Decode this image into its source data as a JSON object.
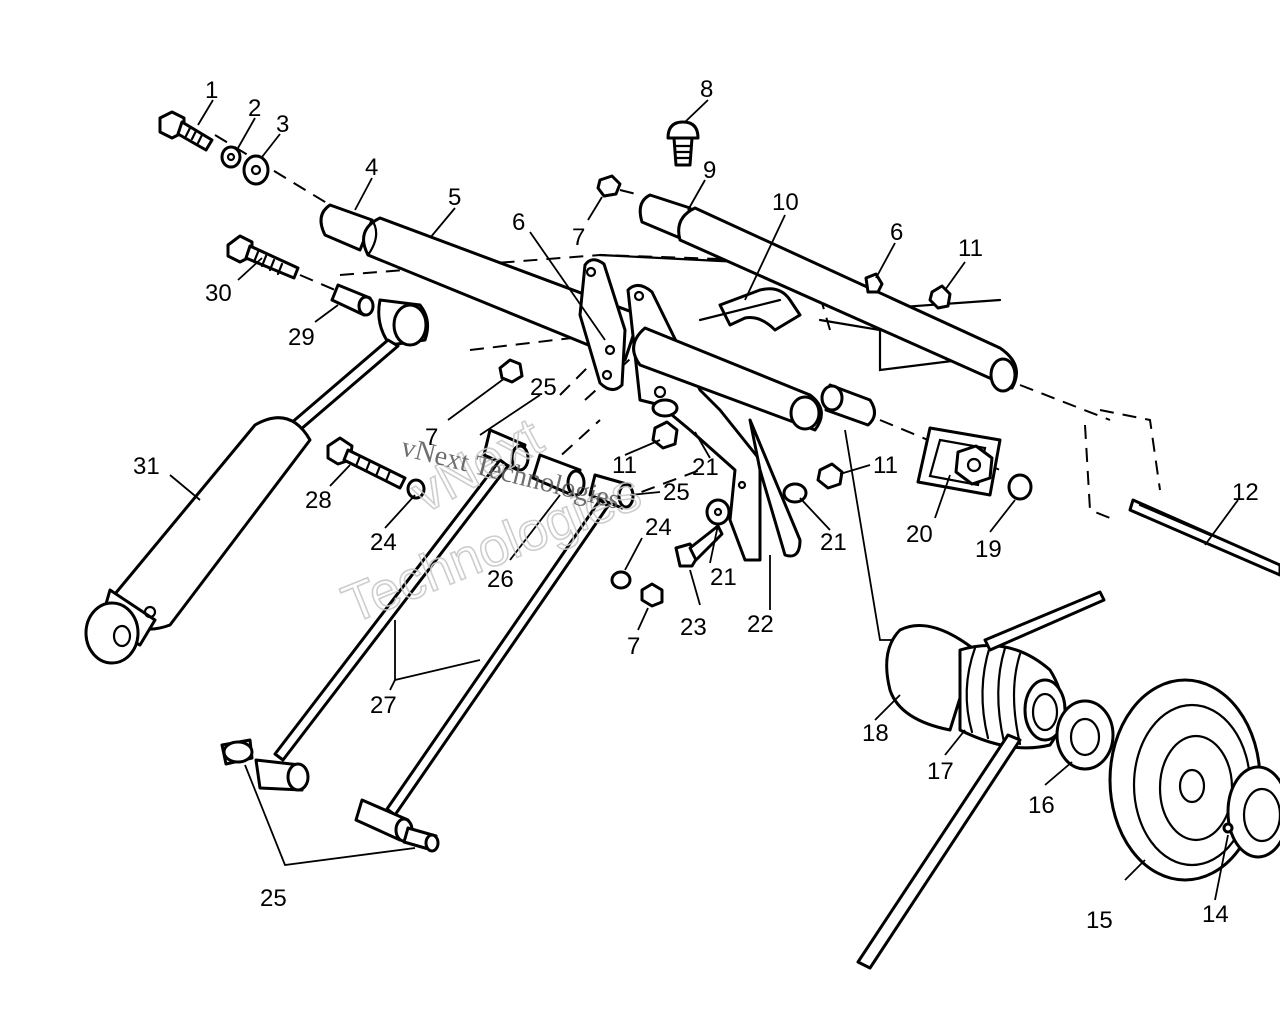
{
  "watermark": {
    "line_a": "vNext",
    "line_b": "Technologies",
    "line_c": "vNext Technologies"
  },
  "callouts": [
    {
      "id": "c1",
      "label": "1"
    },
    {
      "id": "c2",
      "label": "2"
    },
    {
      "id": "c3",
      "label": "3"
    },
    {
      "id": "c4",
      "label": "4"
    },
    {
      "id": "c5",
      "label": "5"
    },
    {
      "id": "c6a",
      "label": "6"
    },
    {
      "id": "c6b",
      "label": "6"
    },
    {
      "id": "c7a",
      "label": "7"
    },
    {
      "id": "c7b",
      "label": "7"
    },
    {
      "id": "c7c",
      "label": "7"
    },
    {
      "id": "c8",
      "label": "8"
    },
    {
      "id": "c9",
      "label": "9"
    },
    {
      "id": "c10",
      "label": "10"
    },
    {
      "id": "c11a",
      "label": "11"
    },
    {
      "id": "c11b",
      "label": "11"
    },
    {
      "id": "c11c",
      "label": "11"
    },
    {
      "id": "c12",
      "label": "12"
    },
    {
      "id": "c14",
      "label": "14"
    },
    {
      "id": "c15",
      "label": "15"
    },
    {
      "id": "c16",
      "label": "16"
    },
    {
      "id": "c17",
      "label": "17"
    },
    {
      "id": "c18",
      "label": "18"
    },
    {
      "id": "c19",
      "label": "19"
    },
    {
      "id": "c20",
      "label": "20"
    },
    {
      "id": "c21a",
      "label": "21"
    },
    {
      "id": "c21b",
      "label": "21"
    },
    {
      "id": "c21c",
      "label": "21"
    },
    {
      "id": "c22",
      "label": "22"
    },
    {
      "id": "c23",
      "label": "23"
    },
    {
      "id": "c24a",
      "label": "24"
    },
    {
      "id": "c24b",
      "label": "24"
    },
    {
      "id": "c25a",
      "label": "25"
    },
    {
      "id": "c25b",
      "label": "25"
    },
    {
      "id": "c25c",
      "label": "25"
    },
    {
      "id": "c26",
      "label": "26"
    },
    {
      "id": "c27",
      "label": "27"
    },
    {
      "id": "c28",
      "label": "28"
    },
    {
      "id": "c29",
      "label": "29"
    },
    {
      "id": "c30",
      "label": "30"
    },
    {
      "id": "c31",
      "label": "31"
    }
  ]
}
